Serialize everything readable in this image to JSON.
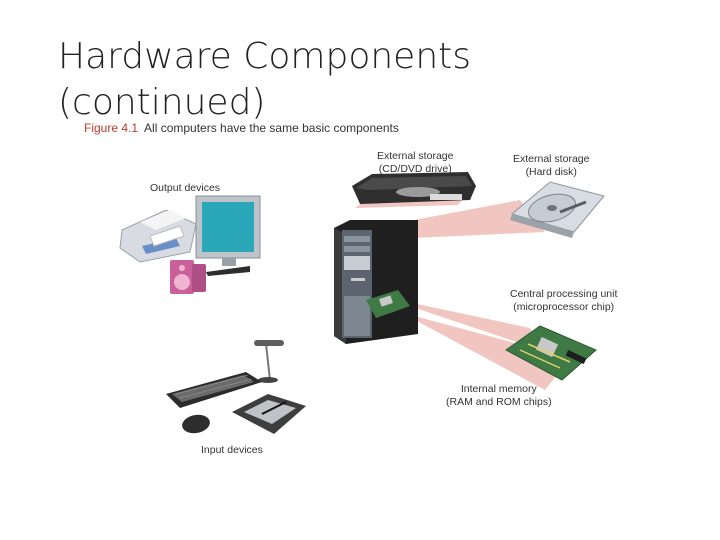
{
  "slide": {
    "title_line1": "Hardware Components",
    "title_line2": "(continued)"
  },
  "figure": {
    "number": "Figure 4.1",
    "caption": "All computers have the same basic components",
    "labels": {
      "output_devices": "Output devices",
      "external_storage_cd_1": "External storage",
      "external_storage_cd_2": "(CD/DVD drive)",
      "external_storage_hd_1": "External storage",
      "external_storage_hd_2": "(Hard disk)",
      "cpu_1": "Central processing unit",
      "cpu_2": "(microprocessor chip)",
      "memory_1": "Internal memory",
      "memory_2": "(RAM and ROM chips)",
      "input_devices": "Input devices"
    }
  },
  "colors": {
    "beam": "#e8a9a3",
    "board": "#3f7a45",
    "tower": "#2d2d2d"
  }
}
